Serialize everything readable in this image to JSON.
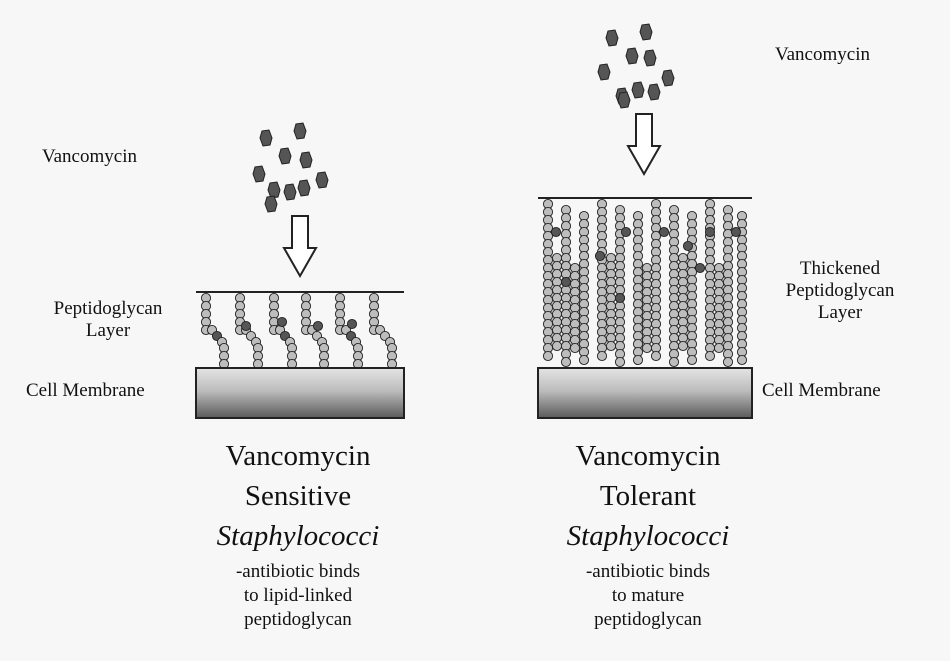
{
  "left_panel": {
    "drug_label": "Vancomycin",
    "layer_label": "Peptidoglycan Layer",
    "layer_label_line1": "Peptidoglycan",
    "layer_label_line2": "Layer",
    "membrane_label": "Cell Membrane",
    "title_line1": "Vancomycin",
    "title_line2": "Sensitive",
    "organism": "Staphylococci",
    "note_line1": "-antibiotic binds",
    "note_line2": "to lipid-linked",
    "note_line3": "peptidoglycan"
  },
  "right_panel": {
    "drug_label": "Vancomycin",
    "layer_label_line1": "Thickened",
    "layer_label_line2": "Peptidoglycan",
    "layer_label_line3": "Layer",
    "membrane_label": "Cell Membrane",
    "title_line1": "Vancomycin",
    "title_line2": "Tolerant",
    "organism": "Staphylococci",
    "note_line1": "-antibiotic binds",
    "note_line2": "to mature",
    "note_line3": "peptidoglycan"
  },
  "colors": {
    "bead_light": "#bdbdbd",
    "bead_dark": "#555555",
    "outline": "#222222",
    "membrane_light": "#d8d8d8",
    "membrane_dark": "#5a5a5a"
  }
}
